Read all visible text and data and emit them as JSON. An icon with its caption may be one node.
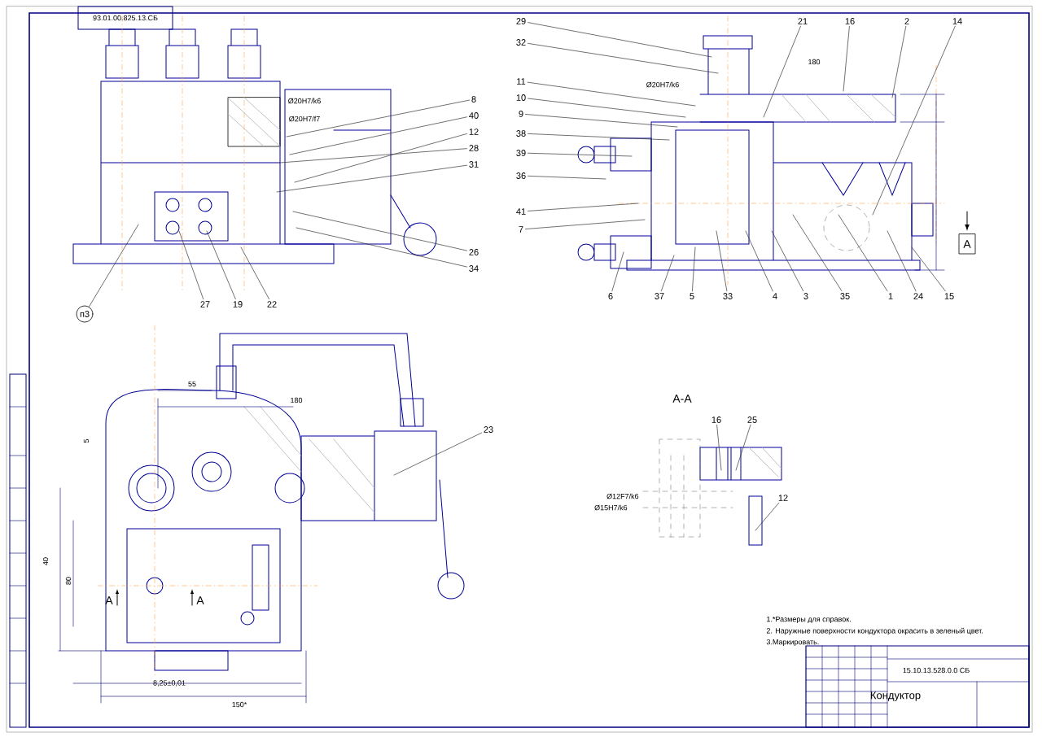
{
  "diagram": {
    "nodes": [
      {
        "text": [
          "8"
        ]
      },
      {
        "text": [
          "40"
        ]
      },
      {
        "text": [
          "12"
        ]
      },
      {
        "text": [
          "28"
        ]
      },
      {
        "text": [
          "31"
        ]
      },
      {
        "text": [
          "26"
        ]
      },
      {
        "text": [
          "34"
        ]
      },
      {
        "text": [
          "27"
        ]
      },
      {
        "text": [
          "19"
        ]
      },
      {
        "text": [
          "22"
        ]
      },
      {
        "text": [
          "п3"
        ]
      },
      {
        "text": [
          "29"
        ]
      },
      {
        "text": [
          "32"
        ]
      },
      {
        "text": [
          "11"
        ]
      },
      {
        "text": [
          "10"
        ]
      },
      {
        "text": [
          "9"
        ]
      },
      {
        "text": [
          "38"
        ]
      },
      {
        "text": [
          "39"
        ]
      },
      {
        "text": [
          "36"
        ]
      },
      {
        "text": [
          "41"
        ]
      },
      {
        "text": [
          "7"
        ]
      },
      {
        "text": [
          "21"
        ]
      },
      {
        "text": [
          "16"
        ]
      },
      {
        "text": [
          "2"
        ]
      },
      {
        "text": [
          "14"
        ]
      },
      {
        "text": [
          "6"
        ]
      },
      {
        "text": [
          "37"
        ]
      },
      {
        "text": [
          "5"
        ]
      },
      {
        "text": [
          "33"
        ]
      },
      {
        "text": [
          "4"
        ]
      },
      {
        "text": [
          "3"
        ]
      },
      {
        "text": [
          "35"
        ]
      },
      {
        "text": [
          "1"
        ]
      },
      {
        "text": [
          "24"
        ]
      },
      {
        "text": [
          "15"
        ]
      },
      {
        "text": [
          "23"
        ]
      },
      {
        "text": [
          "16"
        ]
      },
      {
        "text": [
          "25"
        ]
      },
      {
        "text": [
          "12"
        ]
      }
    ],
    "edges": [
      {
        "from": 0,
        "to": null,
        "arrow": "none"
      },
      {
        "from": 1,
        "to": null,
        "arrow": "none"
      },
      {
        "from": 2,
        "to": null,
        "arrow": "none"
      },
      {
        "from": 3,
        "to": null,
        "arrow": "none"
      },
      {
        "from": 4,
        "to": null,
        "arrow": "none"
      },
      {
        "from": 5,
        "to": null,
        "arrow": "none"
      },
      {
        "from": 6,
        "to": null,
        "arrow": "none"
      },
      {
        "from": 7,
        "to": null,
        "arrow": "none"
      },
      {
        "from": 8,
        "to": null,
        "arrow": "none"
      },
      {
        "from": 9,
        "to": null,
        "arrow": "none"
      },
      {
        "from": 10,
        "to": null,
        "arrow": "none"
      },
      {
        "from": 11,
        "to": null,
        "arrow": "none"
      },
      {
        "from": 12,
        "to": null,
        "arrow": "none"
      },
      {
        "from": 13,
        "to": null,
        "arrow": "none"
      },
      {
        "from": 14,
        "to": null,
        "arrow": "none"
      },
      {
        "from": 15,
        "to": null,
        "arrow": "none"
      },
      {
        "from": 16,
        "to": null,
        "arrow": "none"
      },
      {
        "from": 17,
        "to": null,
        "arrow": "none"
      },
      {
        "from": 18,
        "to": null,
        "arrow": "none"
      },
      {
        "from": 19,
        "to": null,
        "arrow": "none"
      },
      {
        "from": 20,
        "to": null,
        "arrow": "none"
      },
      {
        "from": 21,
        "to": null,
        "arrow": "none"
      },
      {
        "from": 22,
        "to": null,
        "arrow": "none"
      },
      {
        "from": 23,
        "to": null,
        "arrow": "none"
      },
      {
        "from": 24,
        "to": null,
        "arrow": "none"
      },
      {
        "from": 25,
        "to": null,
        "arrow": "none"
      },
      {
        "from": 26,
        "to": null,
        "arrow": "none"
      },
      {
        "from": 27,
        "to": null,
        "arrow": "none"
      },
      {
        "from": 28,
        "to": null,
        "arrow": "none"
      },
      {
        "from": 29,
        "to": null,
        "arrow": "none"
      },
      {
        "from": 30,
        "to": null,
        "arrow": "none"
      },
      {
        "from": 31,
        "to": null,
        "arrow": "none"
      },
      {
        "from": 32,
        "to": null,
        "arrow": "none"
      },
      {
        "from": 33,
        "to": null,
        "arrow": "none"
      },
      {
        "from": 34,
        "to": null,
        "arrow": "none"
      },
      {
        "from": 35,
        "to": null,
        "arrow": "none"
      },
      {
        "from": 36,
        "to": null,
        "arrow": "none"
      },
      {
        "from": 37,
        "to": null,
        "arrow": "none"
      },
      {
        "from": 38,
        "to": null,
        "arrow": "none"
      }
    ],
    "labels": [
      "93.01.00.825.13.СБ",
      "Ø20H7/k6",
      "Ø20H7/f7",
      "180",
      "Ø20H7/k6",
      "А",
      "180",
      "55",
      "5",
      "40",
      "80",
      "8,25±0,01",
      "150*",
      "А",
      "А",
      "А-А",
      "Ø12F7/k6",
      "Ø15H7/k6",
      "1.*Размеры для справок.",
      "2. Наружные поверхности кондуктора окрасить в зеленый цвет.",
      "3.Маркировать.",
      "15.10.13.528.0.0 СБ",
      "Кондуктор"
    ]
  }
}
